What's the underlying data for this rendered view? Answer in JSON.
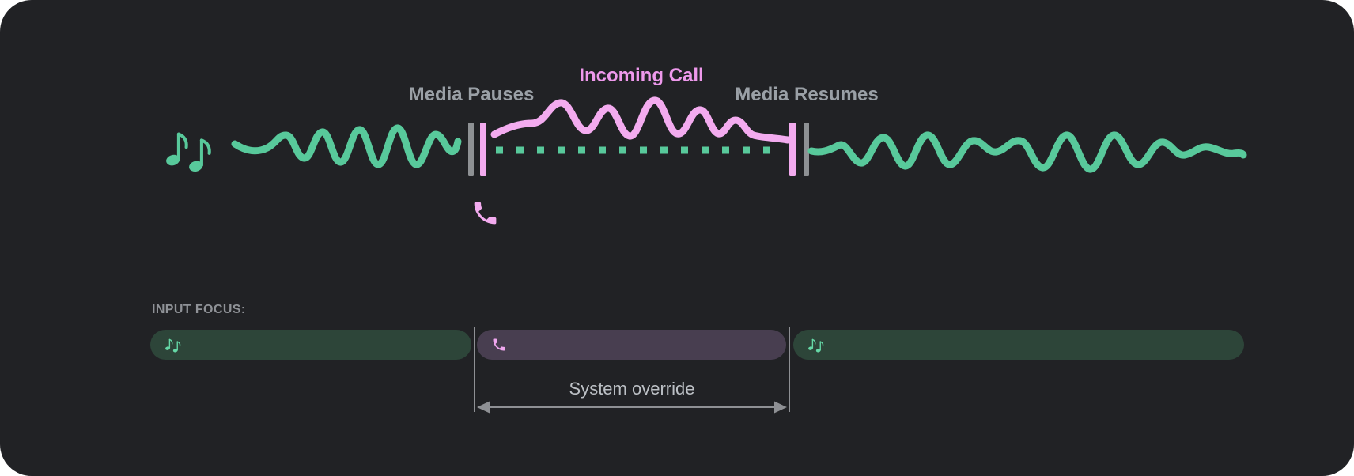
{
  "diagram": {
    "labels": {
      "media_pauses": "Media Pauses",
      "incoming_call": "Incoming Call",
      "media_resumes": "Media Resumes"
    },
    "icons": {
      "media": "music-notes-icon",
      "call": "phone-icon"
    },
    "colors": {
      "media_green": "#58c99b",
      "call_pink": "#f3abef",
      "call_text_pink": "#ee99ec",
      "bar_gray": "#8e9194",
      "label_gray": "#9aa0a6"
    }
  },
  "input_focus": {
    "heading": "INPUT FOCUS:",
    "annotation": "System override",
    "segments": [
      {
        "type": "media",
        "icon": "music-notes-icon"
      },
      {
        "type": "call",
        "icon": "phone-icon"
      },
      {
        "type": "media",
        "icon": "music-notes-icon"
      }
    ],
    "colors": {
      "media_pill_bg": "#2d4539",
      "call_pill_bg": "#483e50",
      "media_icon_green": "#65d8a6",
      "call_icon_pink": "#f0a7ef",
      "guide_gray": "#8e9094",
      "annotation_text": "#bcc0c5",
      "heading_text": "#8f9297"
    }
  },
  "canvas": {
    "panel_bg": "#212225",
    "page_bg": "#ffffff"
  }
}
